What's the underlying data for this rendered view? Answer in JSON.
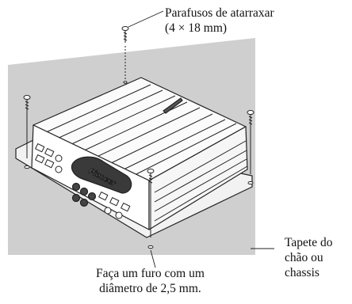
{
  "labels": {
    "screws_line1": "Parafusos de atarraxar",
    "screws_line2": "(4 × 18 mm)",
    "floor_line1": "Tapete do",
    "floor_line2": "chão ou",
    "floor_line3": "chassis",
    "hole_line1": "Faça um furo com um",
    "hole_line2": "diâmetro de 2,5 mm."
  },
  "brand_mark": "Pioneer",
  "colors": {
    "floor_panel": "#cfcfcf",
    "amp_body": "#ffffff",
    "outline": "#222222",
    "text": "#111111"
  }
}
